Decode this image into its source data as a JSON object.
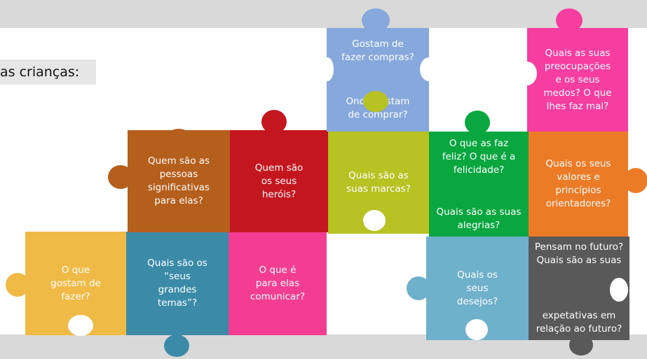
{
  "subtitle": "as crianças:",
  "pieces": {
    "gostam_fazer": [
      "O que",
      "gostam de",
      "fazer?"
    ],
    "grandes_temas": [
      "Quais são os",
      "“seus",
      "grandes",
      "temas”?"
    ],
    "comunicar": [
      "O que é",
      "para elas",
      "comunicar?"
    ],
    "pessoas": [
      "Quem são as",
      "pessoas",
      "significativas",
      "para elas?"
    ],
    "herois": [
      "Quem são",
      "os seus",
      "heróis?"
    ],
    "compras_a": [
      "Gostam de",
      "fazer compras?"
    ],
    "compras_b": [
      "Onde gostam",
      "de comprar?"
    ],
    "marcas": [
      "Quais são as",
      "suas marcas?"
    ],
    "feliz_a": [
      "O que as faz",
      "feliz? O que é a",
      "felicidade?"
    ],
    "feliz_b": [
      "Quais são as suas",
      "alegrias?"
    ],
    "medos": [
      "Quais as suas",
      "preocupações",
      "e os seus",
      "medos? O que",
      "lhes faz mal?"
    ],
    "valores": [
      "Quais os seus",
      "valores e",
      "princípios",
      "orientadores?"
    ],
    "desejos": [
      "Quais os",
      "seus",
      "desejos?"
    ],
    "futuro_a": [
      "Pensam no futuro?",
      "Quais são as suas"
    ],
    "futuro_b": [
      "expetativas em",
      "relação ao futuro?"
    ]
  },
  "colors": {
    "yellow": "#f0ba46",
    "teal": "#3b8ba8",
    "pink": "#f23d93",
    "brown": "#b55f1d",
    "red": "#c4161f",
    "blue": "#86a8dc",
    "olive": "#b7c223",
    "green": "#0aa640",
    "magenta": "#f63da0",
    "orange": "#ec7b27",
    "light_blue": "#6fb0cb",
    "gray": "#595959"
  }
}
